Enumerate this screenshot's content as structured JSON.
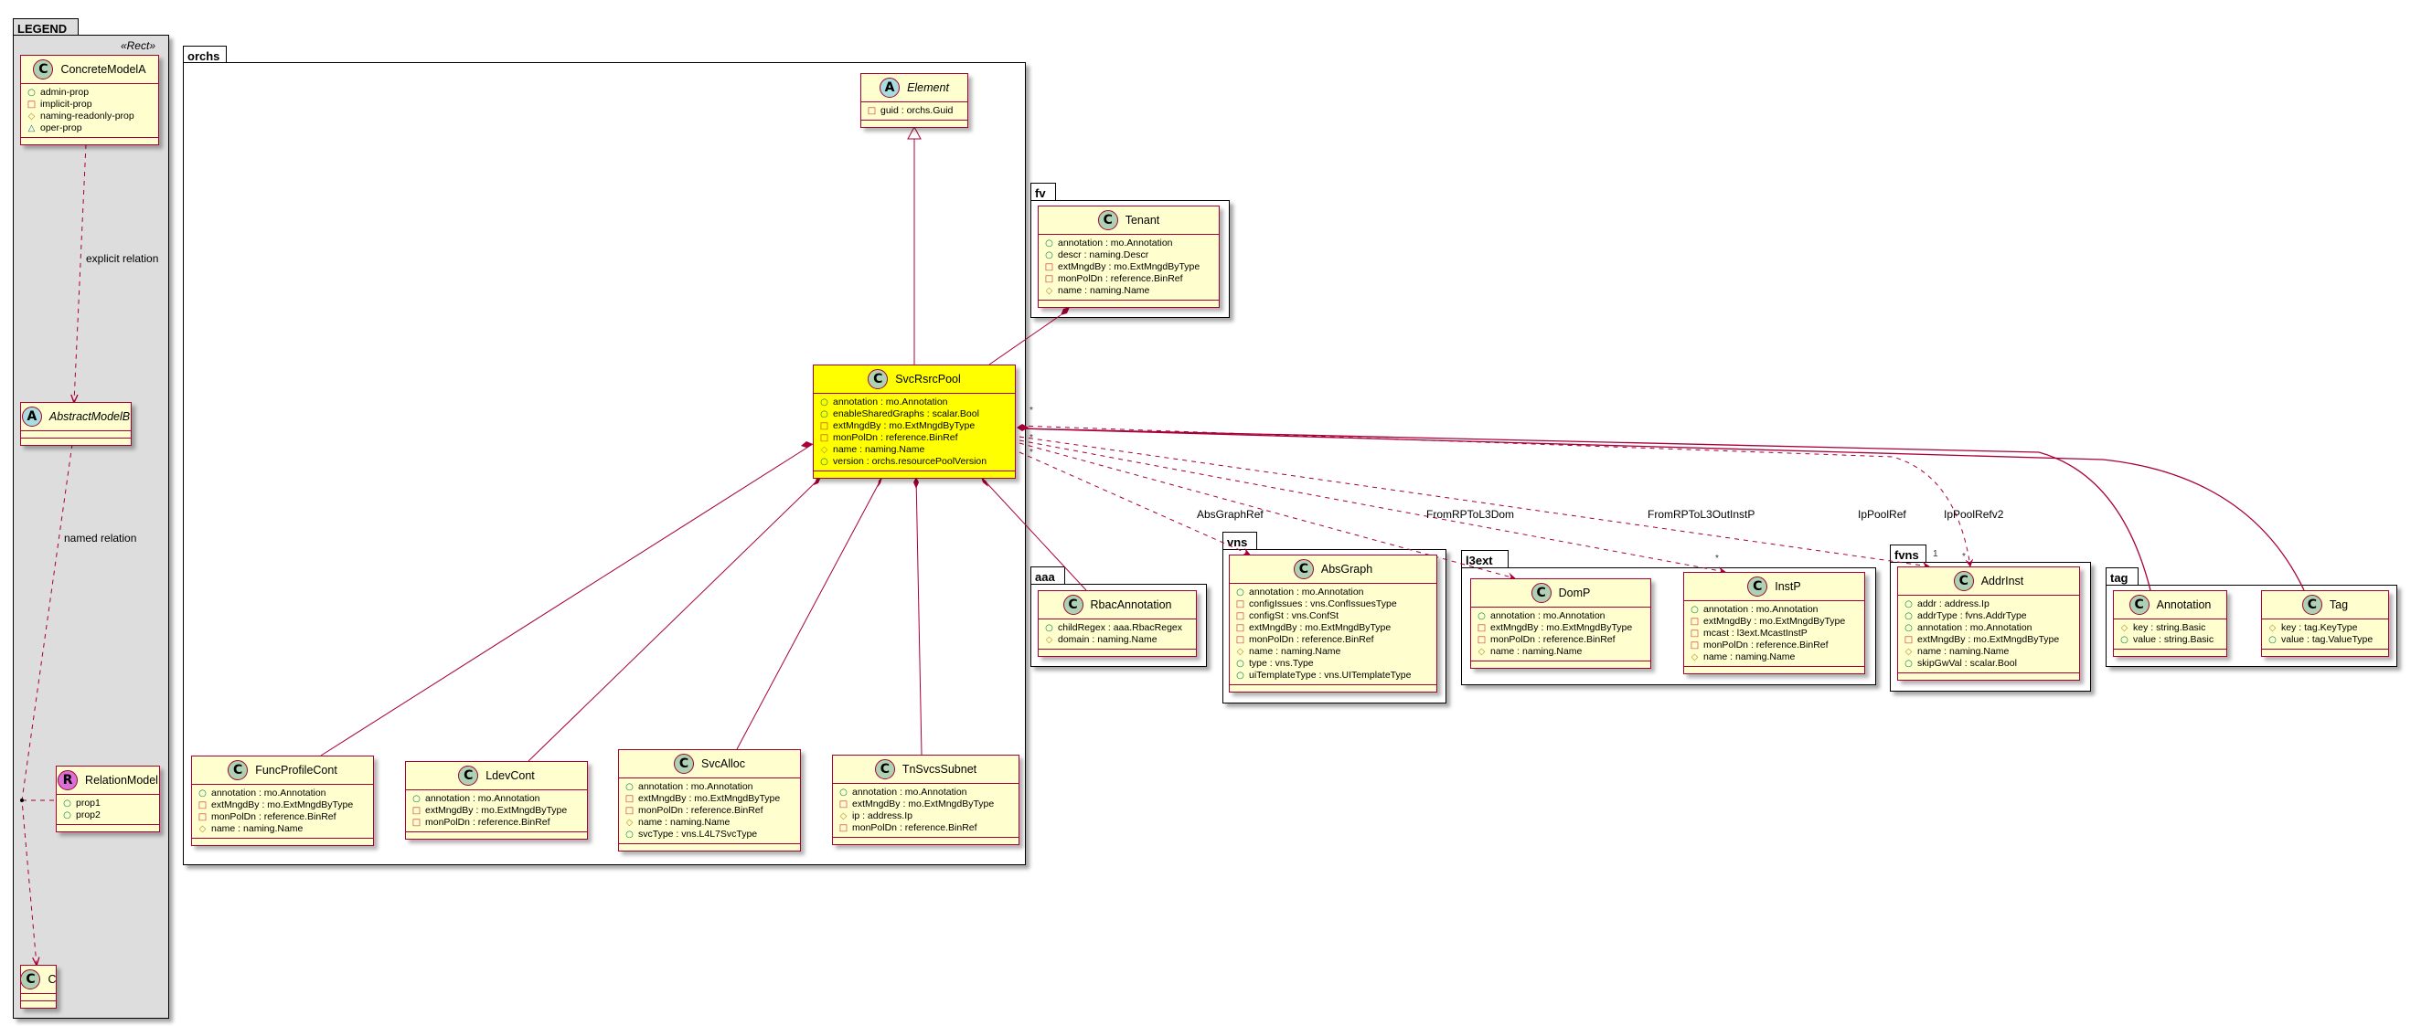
{
  "packages": {
    "legend": {
      "name": "LEGEND",
      "stereotype": "«Rect»"
    },
    "orchs": {
      "name": "orchs"
    },
    "fv": {
      "name": "fv"
    },
    "aaa": {
      "name": "aaa"
    },
    "vns": {
      "name": "vns"
    },
    "l3ext": {
      "name": "l3ext"
    },
    "fvns": {
      "name": "fvns"
    },
    "tag": {
      "name": "tag"
    }
  },
  "classes": [
    {
      "id": "ConcreteModelA",
      "kind": "C",
      "name": "ConcreteModelA",
      "attrs": [
        {
          "vis": "public",
          "text": "admin-prop"
        },
        {
          "vis": "private",
          "text": "implicit-prop"
        },
        {
          "vis": "protected",
          "text": "naming-readonly-prop"
        },
        {
          "vis": "package",
          "text": "oper-prop"
        }
      ]
    },
    {
      "id": "AbstractModelB",
      "kind": "A",
      "name": "AbstractModelB",
      "attrs": []
    },
    {
      "id": "RelationModel",
      "kind": "R",
      "name": "RelationModel",
      "attrs": [
        {
          "vis": "public",
          "text": "prop1"
        },
        {
          "vis": "public",
          "text": "prop2"
        }
      ]
    },
    {
      "id": "C",
      "kind": "C",
      "name": "C",
      "attrs": []
    },
    {
      "id": "Element",
      "kind": "A",
      "name": "Element",
      "attrs": [
        {
          "vis": "private",
          "text": "guid : orchs.Guid"
        }
      ]
    },
    {
      "id": "SvcRsrcPool",
      "kind": "C",
      "name": "SvcRsrcPool",
      "highlight": true,
      "attrs": [
        {
          "vis": "public",
          "text": "annotation : mo.Annotation"
        },
        {
          "vis": "public",
          "text": "enableSharedGraphs : scalar.Bool"
        },
        {
          "vis": "private",
          "text": "extMngdBy : mo.ExtMngdByType"
        },
        {
          "vis": "private",
          "text": "monPolDn : reference.BinRef"
        },
        {
          "vis": "protected",
          "text": "name : naming.Name"
        },
        {
          "vis": "public",
          "text": "version : orchs.resourcePoolVersion"
        }
      ]
    },
    {
      "id": "Tenant",
      "kind": "C",
      "name": "Tenant",
      "attrs": [
        {
          "vis": "public",
          "text": "annotation : mo.Annotation"
        },
        {
          "vis": "public",
          "text": "descr : naming.Descr"
        },
        {
          "vis": "private",
          "text": "extMngdBy : mo.ExtMngdByType"
        },
        {
          "vis": "private",
          "text": "monPolDn : reference.BinRef"
        },
        {
          "vis": "protected",
          "text": "name : naming.Name"
        }
      ]
    },
    {
      "id": "FuncProfileCont",
      "kind": "C",
      "name": "FuncProfileCont",
      "attrs": [
        {
          "vis": "public",
          "text": "annotation : mo.Annotation"
        },
        {
          "vis": "private",
          "text": "extMngdBy : mo.ExtMngdByType"
        },
        {
          "vis": "private",
          "text": "monPolDn : reference.BinRef"
        },
        {
          "vis": "protected",
          "text": "name : naming.Name"
        }
      ]
    },
    {
      "id": "LdevCont",
      "kind": "C",
      "name": "LdevCont",
      "attrs": [
        {
          "vis": "public",
          "text": "annotation : mo.Annotation"
        },
        {
          "vis": "private",
          "text": "extMngdBy : mo.ExtMngdByType"
        },
        {
          "vis": "private",
          "text": "monPolDn : reference.BinRef"
        }
      ]
    },
    {
      "id": "SvcAlloc",
      "kind": "C",
      "name": "SvcAlloc",
      "attrs": [
        {
          "vis": "public",
          "text": "annotation : mo.Annotation"
        },
        {
          "vis": "private",
          "text": "extMngdBy : mo.ExtMngdByType"
        },
        {
          "vis": "private",
          "text": "monPolDn : reference.BinRef"
        },
        {
          "vis": "protected",
          "text": "name : naming.Name"
        },
        {
          "vis": "public",
          "text": "svcType : vns.L4L7SvcType"
        }
      ]
    },
    {
      "id": "TnSvcsSubnet",
      "kind": "C",
      "name": "TnSvcsSubnet",
      "attrs": [
        {
          "vis": "public",
          "text": "annotation : mo.Annotation"
        },
        {
          "vis": "private",
          "text": "extMngdBy : mo.ExtMngdByType"
        },
        {
          "vis": "protected",
          "text": "ip : address.Ip"
        },
        {
          "vis": "private",
          "text": "monPolDn : reference.BinRef"
        }
      ]
    },
    {
      "id": "RbacAnnotation",
      "kind": "C",
      "name": "RbacAnnotation",
      "attrs": [
        {
          "vis": "public",
          "text": "childRegex : aaa.RbacRegex"
        },
        {
          "vis": "protected",
          "text": "domain : naming.Name"
        }
      ]
    },
    {
      "id": "AbsGraph",
      "kind": "C",
      "name": "AbsGraph",
      "attrs": [
        {
          "vis": "public",
          "text": "annotation : mo.Annotation"
        },
        {
          "vis": "private",
          "text": "configIssues : vns.ConfIssuesType"
        },
        {
          "vis": "private",
          "text": "configSt : vns.ConfSt"
        },
        {
          "vis": "private",
          "text": "extMngdBy : mo.ExtMngdByType"
        },
        {
          "vis": "private",
          "text": "monPolDn : reference.BinRef"
        },
        {
          "vis": "protected",
          "text": "name : naming.Name"
        },
        {
          "vis": "public",
          "text": "type : vns.Type"
        },
        {
          "vis": "public",
          "text": "uiTemplateType : vns.UITemplateType"
        }
      ]
    },
    {
      "id": "DomP",
      "kind": "C",
      "name": "DomP",
      "attrs": [
        {
          "vis": "public",
          "text": "annotation : mo.Annotation"
        },
        {
          "vis": "private",
          "text": "extMngdBy : mo.ExtMngdByType"
        },
        {
          "vis": "private",
          "text": "monPolDn : reference.BinRef"
        },
        {
          "vis": "protected",
          "text": "name : naming.Name"
        }
      ]
    },
    {
      "id": "InstP",
      "kind": "C",
      "name": "InstP",
      "attrs": [
        {
          "vis": "public",
          "text": "annotation : mo.Annotation"
        },
        {
          "vis": "private",
          "text": "extMngdBy : mo.ExtMngdByType"
        },
        {
          "vis": "private",
          "text": "mcast : l3ext.McastInstP"
        },
        {
          "vis": "private",
          "text": "monPolDn : reference.BinRef"
        },
        {
          "vis": "protected",
          "text": "name : naming.Name"
        }
      ]
    },
    {
      "id": "AddrInst",
      "kind": "C",
      "name": "AddrInst",
      "attrs": [
        {
          "vis": "public",
          "text": "addr : address.Ip"
        },
        {
          "vis": "public",
          "text": "addrType : fvns.AddrType"
        },
        {
          "vis": "public",
          "text": "annotation : mo.Annotation"
        },
        {
          "vis": "private",
          "text": "extMngdBy : mo.ExtMngdByType"
        },
        {
          "vis": "protected",
          "text": "name : naming.Name"
        },
        {
          "vis": "public",
          "text": "skipGwVal : scalar.Bool"
        }
      ]
    },
    {
      "id": "TagAnnotation",
      "kind": "C",
      "name": "Annotation",
      "attrs": [
        {
          "vis": "protected",
          "text": "key : string.Basic"
        },
        {
          "vis": "public",
          "text": "value : string.Basic"
        }
      ]
    },
    {
      "id": "Tag",
      "kind": "C",
      "name": "Tag",
      "attrs": [
        {
          "vis": "protected",
          "text": "key : tag.KeyType"
        },
        {
          "vis": "public",
          "text": "value : tag.ValueType"
        }
      ]
    }
  ],
  "relations": {
    "explicit": "explicit relation",
    "named": "named relation",
    "absGraphRef": "AbsGraphRef",
    "fromRPToL3Dom": "FromRPToL3Dom",
    "fromRPToL3OutInstP": "FromRPToL3OutInstP",
    "ipPoolRef": "IpPoolRef",
    "ipPoolRefv2": "IpPoolRefv2"
  },
  "multiplicities": {
    "many": "*",
    "one": "1"
  },
  "visibility_icons": {
    "public": "○",
    "private": "□",
    "protected": "◇",
    "package": "△"
  },
  "colors": {
    "class_bg": "#FEFECE",
    "highlight_bg": "#FFFF00",
    "line": "#A80036",
    "legend_bg": "#DDDDDD"
  }
}
